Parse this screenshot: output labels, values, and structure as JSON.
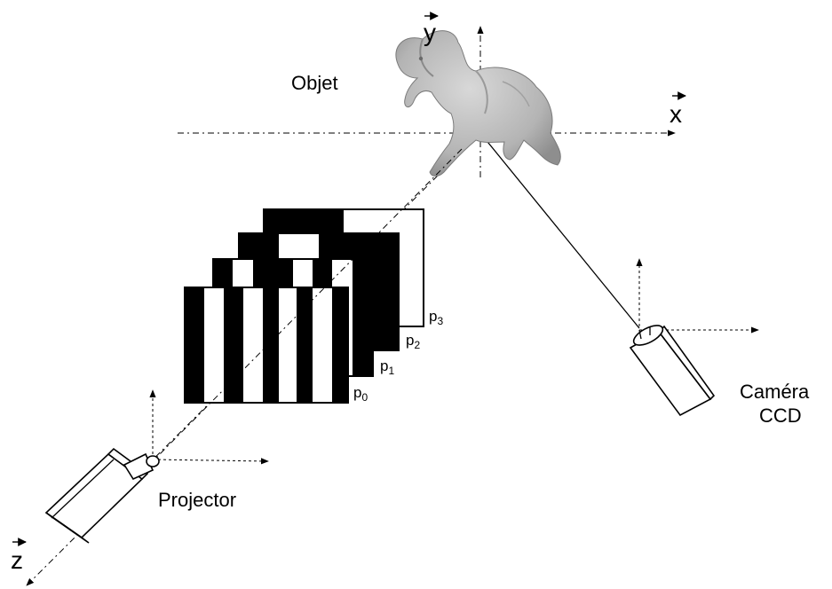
{
  "labels": {
    "object": "Objet",
    "projector": "Projector",
    "camera_line1": "Caméra",
    "camera_line2": "CCD"
  },
  "axes": {
    "x": "x",
    "y": "y",
    "z": "z"
  },
  "patterns": [
    {
      "base": "p",
      "sub": "0"
    },
    {
      "base": "p",
      "sub": "1"
    },
    {
      "base": "p",
      "sub": "2"
    },
    {
      "base": "p",
      "sub": "3"
    }
  ],
  "icons": {
    "object": "elephant-figurine-icon",
    "projector": "projector-icon",
    "camera": "ccd-camera-icon"
  }
}
